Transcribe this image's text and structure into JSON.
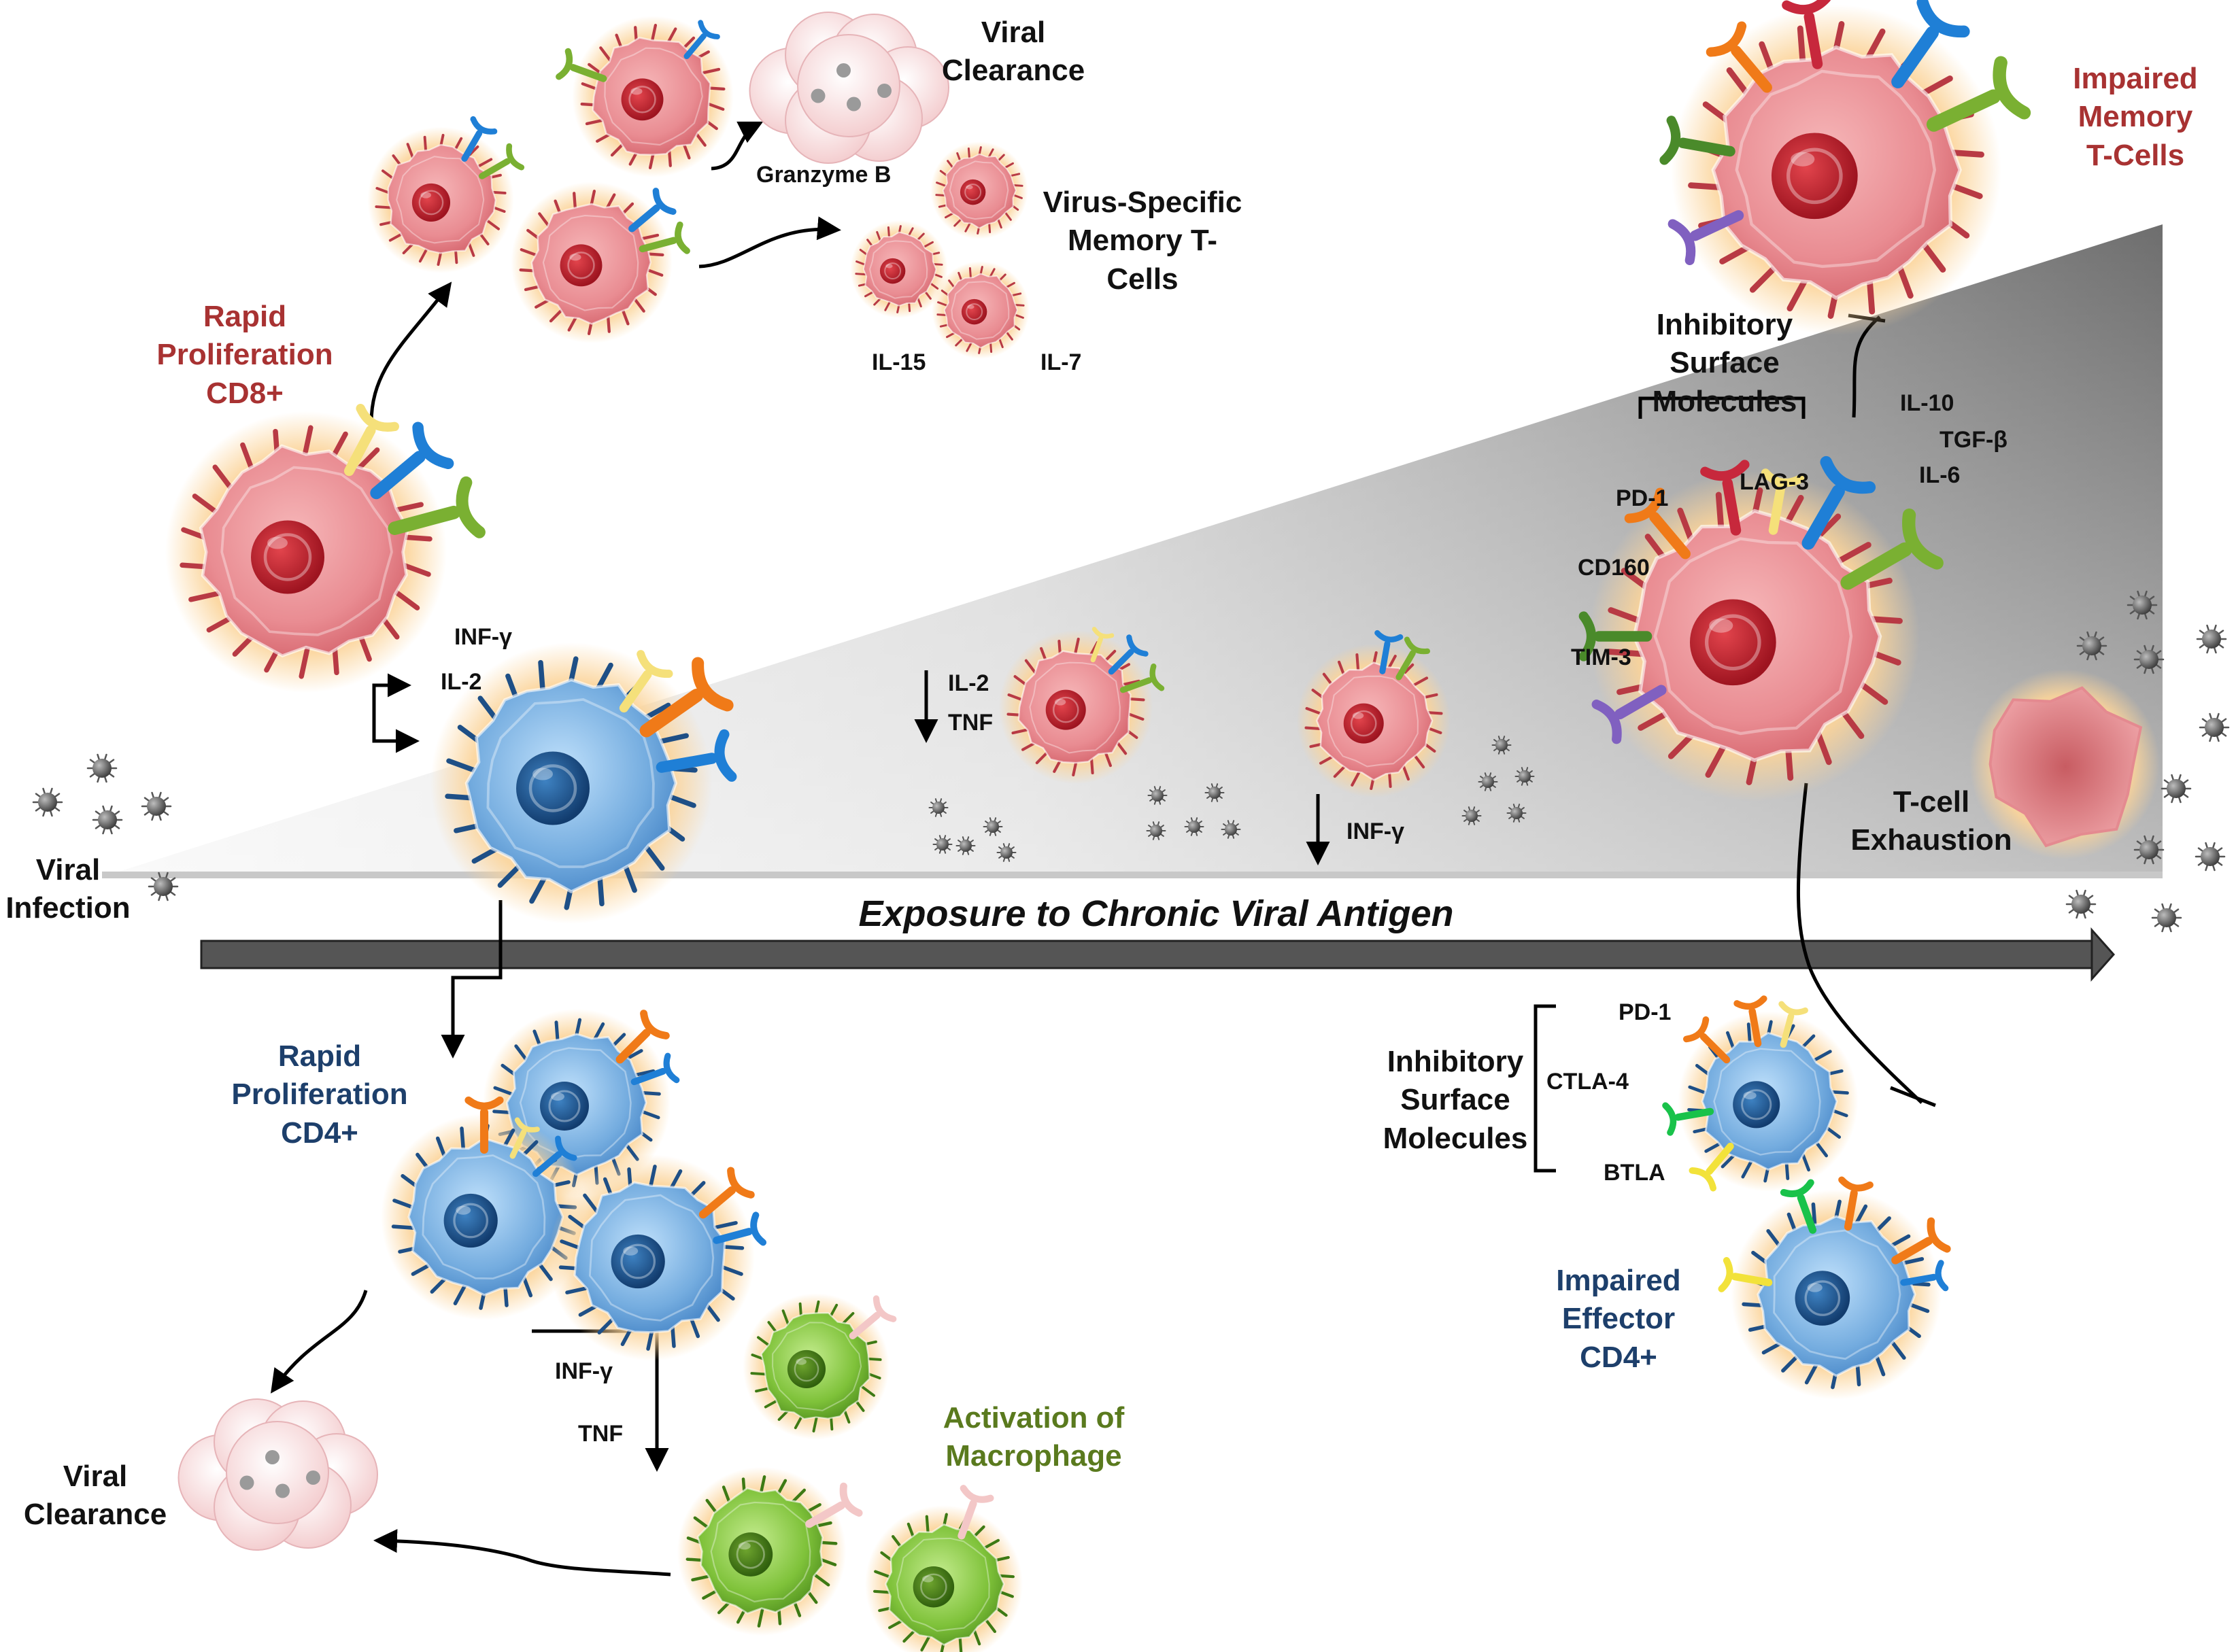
{
  "axis": {
    "exposure_label": "Exposure to Chronic Viral Antigen"
  },
  "start": {
    "viral_infection": [
      "Viral",
      "Infection"
    ]
  },
  "cd8_branch": {
    "rapid_proliferation": [
      "Rapid",
      "Proliferation",
      "CD8+"
    ],
    "viral_clearance": [
      "Viral",
      "Clearance"
    ],
    "granzyme": "Granzyme B",
    "memory": [
      "Virus-Specific",
      "Memory T-",
      "Cells"
    ],
    "il15": "IL-15",
    "il7": "IL-7"
  },
  "crosstalk": {
    "inf_gamma": "INF-γ",
    "il2": "IL-2"
  },
  "cd4_branch": {
    "rapid_proliferation": [
      "Rapid",
      "Proliferation",
      "CD4+"
    ],
    "inf_gamma": "INF-γ",
    "tnf": "TNF",
    "macrophage": [
      "Activation of",
      "Macrophage"
    ],
    "viral_clearance": [
      "Viral",
      "Clearance"
    ]
  },
  "chronic": {
    "il2_down": "IL-2",
    "tnf_down": "TNF",
    "inf_gamma_down": "INF-γ"
  },
  "exhaustion": {
    "inhibitory_cd8": [
      "Inhibitory",
      "Surface",
      "Molecules"
    ],
    "pd1": "PD-1",
    "lag3": "LAG-3",
    "cd160": "CD160",
    "tim3": "TIM-3",
    "il10": "IL-10",
    "tgfb": "TGF-β",
    "il6": "IL-6",
    "impaired_memory": [
      "Impaired",
      "Memory",
      "T-Cells"
    ],
    "tcell_exhaustion": [
      "T-cell",
      "Exhaustion"
    ],
    "inhibitory_cd4": [
      "Inhibitory",
      "Surface",
      "Molecules"
    ],
    "pd1_cd4": "PD-1",
    "ctla4": "CTLA-4",
    "btla": "BTLA",
    "impaired_effector": [
      "Impaired",
      "Effector",
      "CD4+"
    ]
  },
  "colors": {
    "cd8": "#e8868c",
    "cd4": "#6aa4dc",
    "macrophage": "#7cc23a",
    "virus": "#555555",
    "label_red": "#a83232",
    "label_blue": "#1d3f6b",
    "label_green": "#5a7a1e"
  }
}
